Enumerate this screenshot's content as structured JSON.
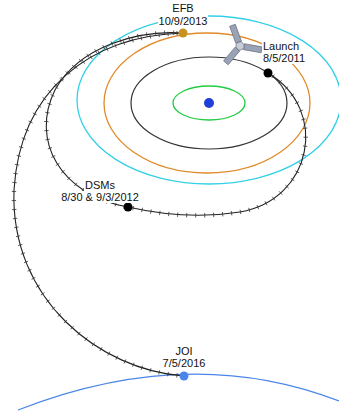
{
  "diagram": {
    "labels": [
      "EFB",
      "10/9/2013",
      "Launch",
      "8/5/2011",
      "DSMs",
      "8/30 & 9/3/2012",
      "JOI",
      "7/5/2016"
    ]
  }
}
